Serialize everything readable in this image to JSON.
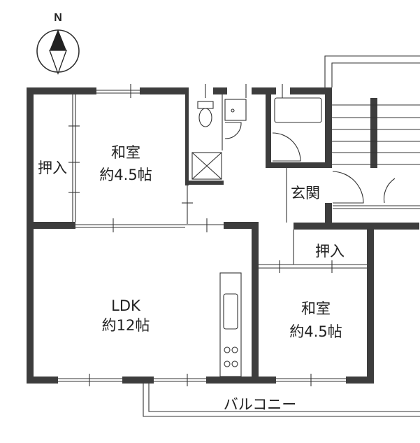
{
  "compass": {
    "label": "N"
  },
  "rooms": {
    "closet_nw": {
      "label": "押入"
    },
    "washitsu_north": {
      "name": "和室",
      "size": "約4.5帖"
    },
    "entrance": {
      "label": "玄関"
    },
    "ldk": {
      "name": "LDK",
      "size": "約12帖"
    },
    "closet_se": {
      "label": "押入"
    },
    "washitsu_south": {
      "name": "和室",
      "size": "約4.5帖"
    },
    "balcony": {
      "label": "バルコニー"
    }
  },
  "colors": {
    "wall": "#3d3d3d",
    "line": "#333333"
  }
}
